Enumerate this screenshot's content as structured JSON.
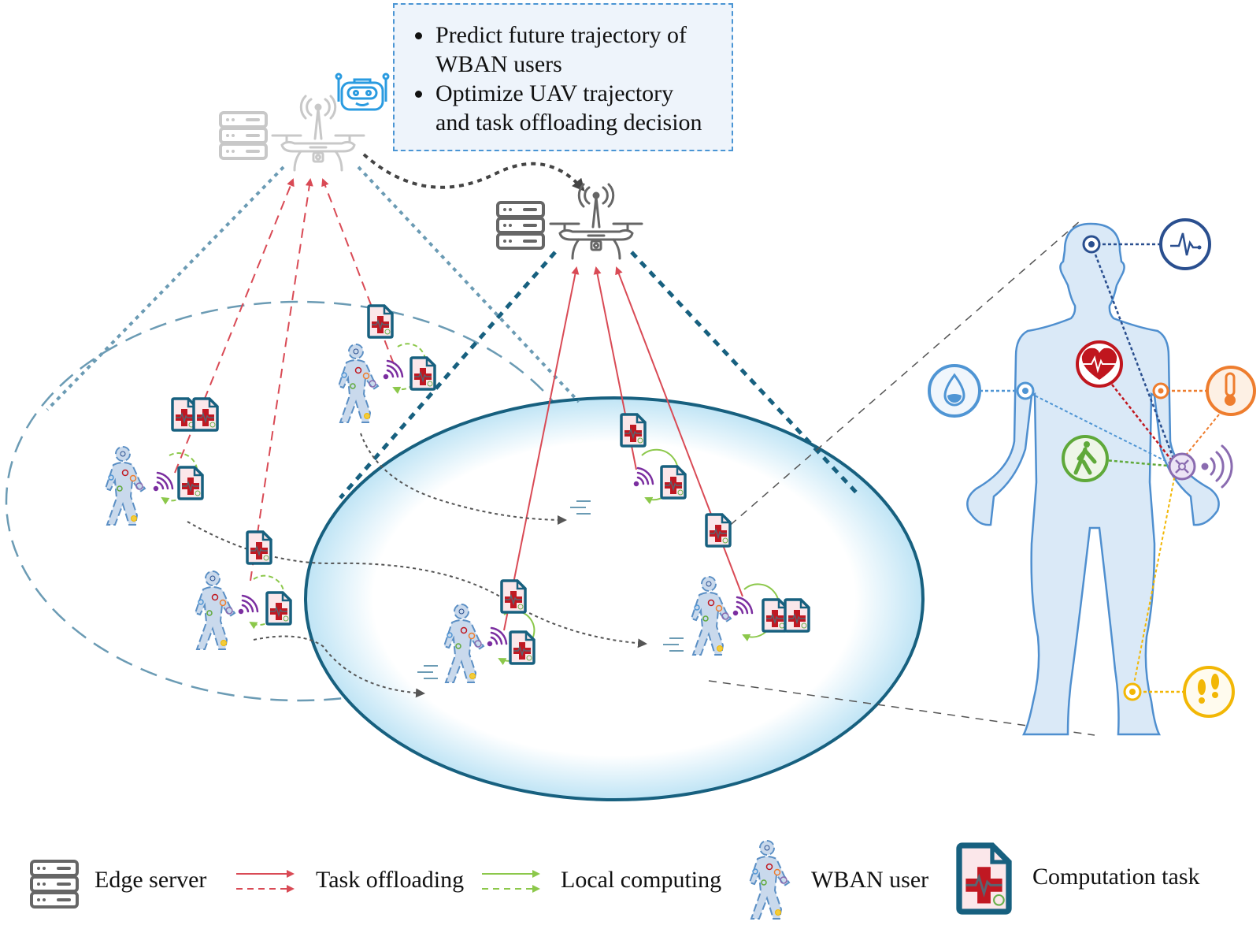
{
  "info_box": {
    "items": [
      "Predict future trajectory of WBAN users",
      "Optimize UAV trajectory and task offloading decision"
    ],
    "lines": [
      [
        "Predict future trajectory of",
        "WBAN users"
      ],
      [
        "Optimize UAV trajectory",
        "and task offloading decision"
      ]
    ]
  },
  "legend": {
    "edge_server": "Edge server",
    "task_offloading": "Task offloading",
    "local_computing": "Local computing",
    "wban_user": "WBAN user",
    "computation_task": "Computation task"
  },
  "colors": {
    "offload": "#d94a55",
    "local": "#8cc84b",
    "coverage_dark": "#17607f",
    "coverage_light": "#6b9bb4",
    "trajectory": "#555555",
    "server_gray": "#666666",
    "server_faded": "#c8c8c8",
    "body_fill": "#dae9f7",
    "body_stroke": "#4f8fcf",
    "robot_blue": "#2a9be0",
    "sensor_ecg": "#2a4f8f",
    "sensor_heart": "#c0161e",
    "sensor_temp": "#ee7d2e",
    "sensor_hydration": "#4f95d4",
    "sensor_motion": "#5fa93a",
    "sensor_foot": "#f2b705",
    "sensor_hub": "#8a6bb0"
  },
  "body_sensors": [
    {
      "name": "ecg-sensor",
      "icon": "ecg-pulse-icon",
      "color": "#2a4f8f"
    },
    {
      "name": "heart-rate-sensor",
      "icon": "heart-icon",
      "color": "#c0161e"
    },
    {
      "name": "temperature-sensor",
      "icon": "thermometer-icon",
      "color": "#ee7d2e"
    },
    {
      "name": "hydration-sensor",
      "icon": "water-drop-icon",
      "color": "#4f95d4"
    },
    {
      "name": "motion-sensor",
      "icon": "walking-person-icon",
      "color": "#5fa93a"
    },
    {
      "name": "foot-pressure-sensor",
      "icon": "footprints-icon",
      "color": "#f2b705"
    },
    {
      "name": "sensor-hub",
      "icon": "hub-icon",
      "color": "#8a6bb0"
    }
  ]
}
